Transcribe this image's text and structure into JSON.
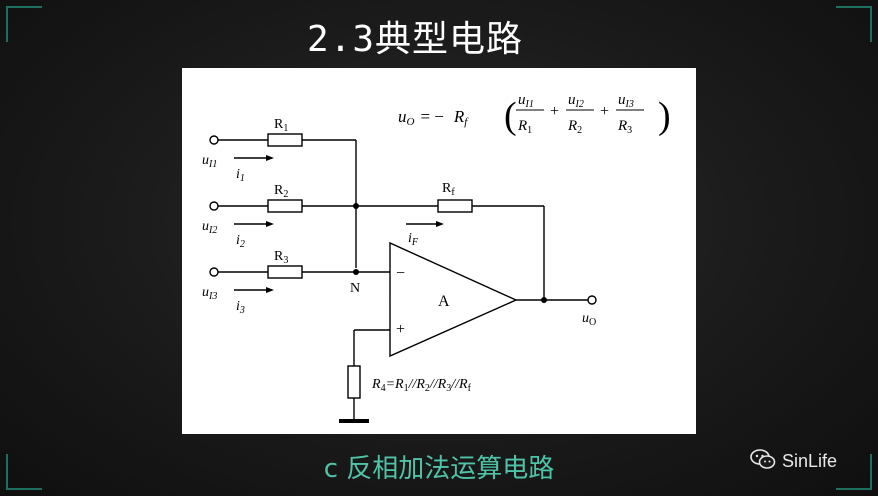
{
  "slide": {
    "title": "2.3典型电路",
    "caption": "c  反相加法运算电路",
    "accent_color": "#4fc3a8",
    "frame_color": "#1f6f5f"
  },
  "watermark": {
    "icon": "wechat-icon",
    "text": "SinLife"
  },
  "circuit": {
    "formula": {
      "lhs": "u",
      "lhs_sub": "O",
      "equals_minus": "= −",
      "factor": "R",
      "factor_sub": "f",
      "terms": [
        {
          "num": "u",
          "num_sub": "I1",
          "den": "R",
          "den_sub": "1"
        },
        {
          "num": "u",
          "num_sub": "I2",
          "den": "R",
          "den_sub": "2"
        },
        {
          "num": "u",
          "num_sub": "I3",
          "den": "R",
          "den_sub": "3"
        }
      ],
      "plus": "+"
    },
    "inputs": [
      {
        "u": "u",
        "u_sub": "I1",
        "i": "i",
        "i_sub": "1",
        "r": "R",
        "r_sub": "1"
      },
      {
        "u": "u",
        "u_sub": "I2",
        "i": "i",
        "i_sub": "2",
        "r": "R",
        "r_sub": "2"
      },
      {
        "u": "u",
        "u_sub": "I3",
        "i": "i",
        "i_sub": "3",
        "r": "R",
        "r_sub": "3"
      }
    ],
    "feedback": {
      "r": "R",
      "r_sub": "f",
      "i": "i",
      "i_sub": "F"
    },
    "node_label": "N",
    "opamp": {
      "label": "A",
      "minus": "−",
      "plus": "+"
    },
    "output": {
      "u": "u",
      "u_sub": "O"
    },
    "r4": {
      "label": "R",
      "label_sub": "4",
      "eq": "=R",
      "parts": [
        "1",
        "//R",
        "2",
        "//R",
        "3",
        "//R",
        "f"
      ]
    }
  }
}
